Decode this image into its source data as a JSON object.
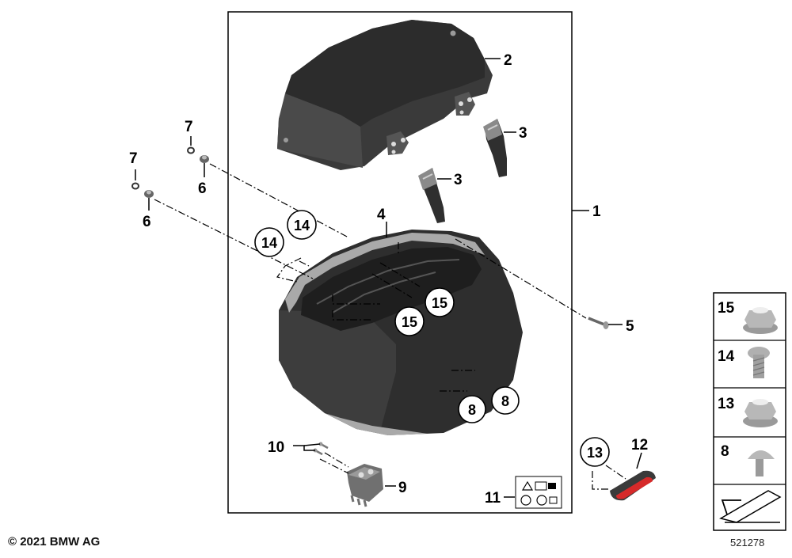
{
  "copyright": "© 2021 BMW AG",
  "diagram_number": "521278",
  "callouts": {
    "n1": "1",
    "n2": "2",
    "n3a": "3",
    "n3b": "3",
    "n4": "4",
    "n5": "5",
    "n6a": "6",
    "n6b": "6",
    "n7a": "7",
    "n7b": "7",
    "n8a": "8",
    "n8b": "8",
    "n9": "9",
    "n10": "10",
    "n11": "11",
    "n12": "12",
    "n13": "13",
    "n14a": "14",
    "n14b": "14",
    "n15a": "15",
    "n15b": "15"
  },
  "legend": {
    "l15": "15",
    "l14": "14",
    "l13": "13",
    "l8": "8"
  },
  "colors": {
    "case": "#2e2e2e",
    "lid": "#333333",
    "trim": "#a9a9a9",
    "reflector": "#d62a2a",
    "line": "#000000"
  }
}
